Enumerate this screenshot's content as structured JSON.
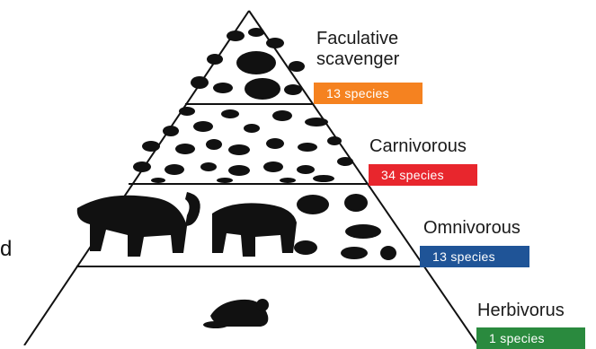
{
  "tiers": [
    {
      "label": "Faculative\nscavenger",
      "species": "13 species",
      "color": "#f58220"
    },
    {
      "label": "Carnivorous",
      "species": "34 species",
      "color": "#e8262d"
    },
    {
      "label": "Omnivorous",
      "species": "13 species",
      "color": "#1f5497"
    },
    {
      "label": "Herbivorus",
      "species": "1 species",
      "color": "#2a8a3e"
    }
  ],
  "species_counts": [
    13,
    34,
    13,
    1
  ],
  "edge_text": "d",
  "icons": {
    "pyramid": "pyramid-outline-icon",
    "top": "mammal-silhouettes-icon",
    "carnivores": "carnivore-silhouettes-icon",
    "omnivores": "bear-silhouettes-icon",
    "herbivore": "beaver-silhouette-icon"
  }
}
